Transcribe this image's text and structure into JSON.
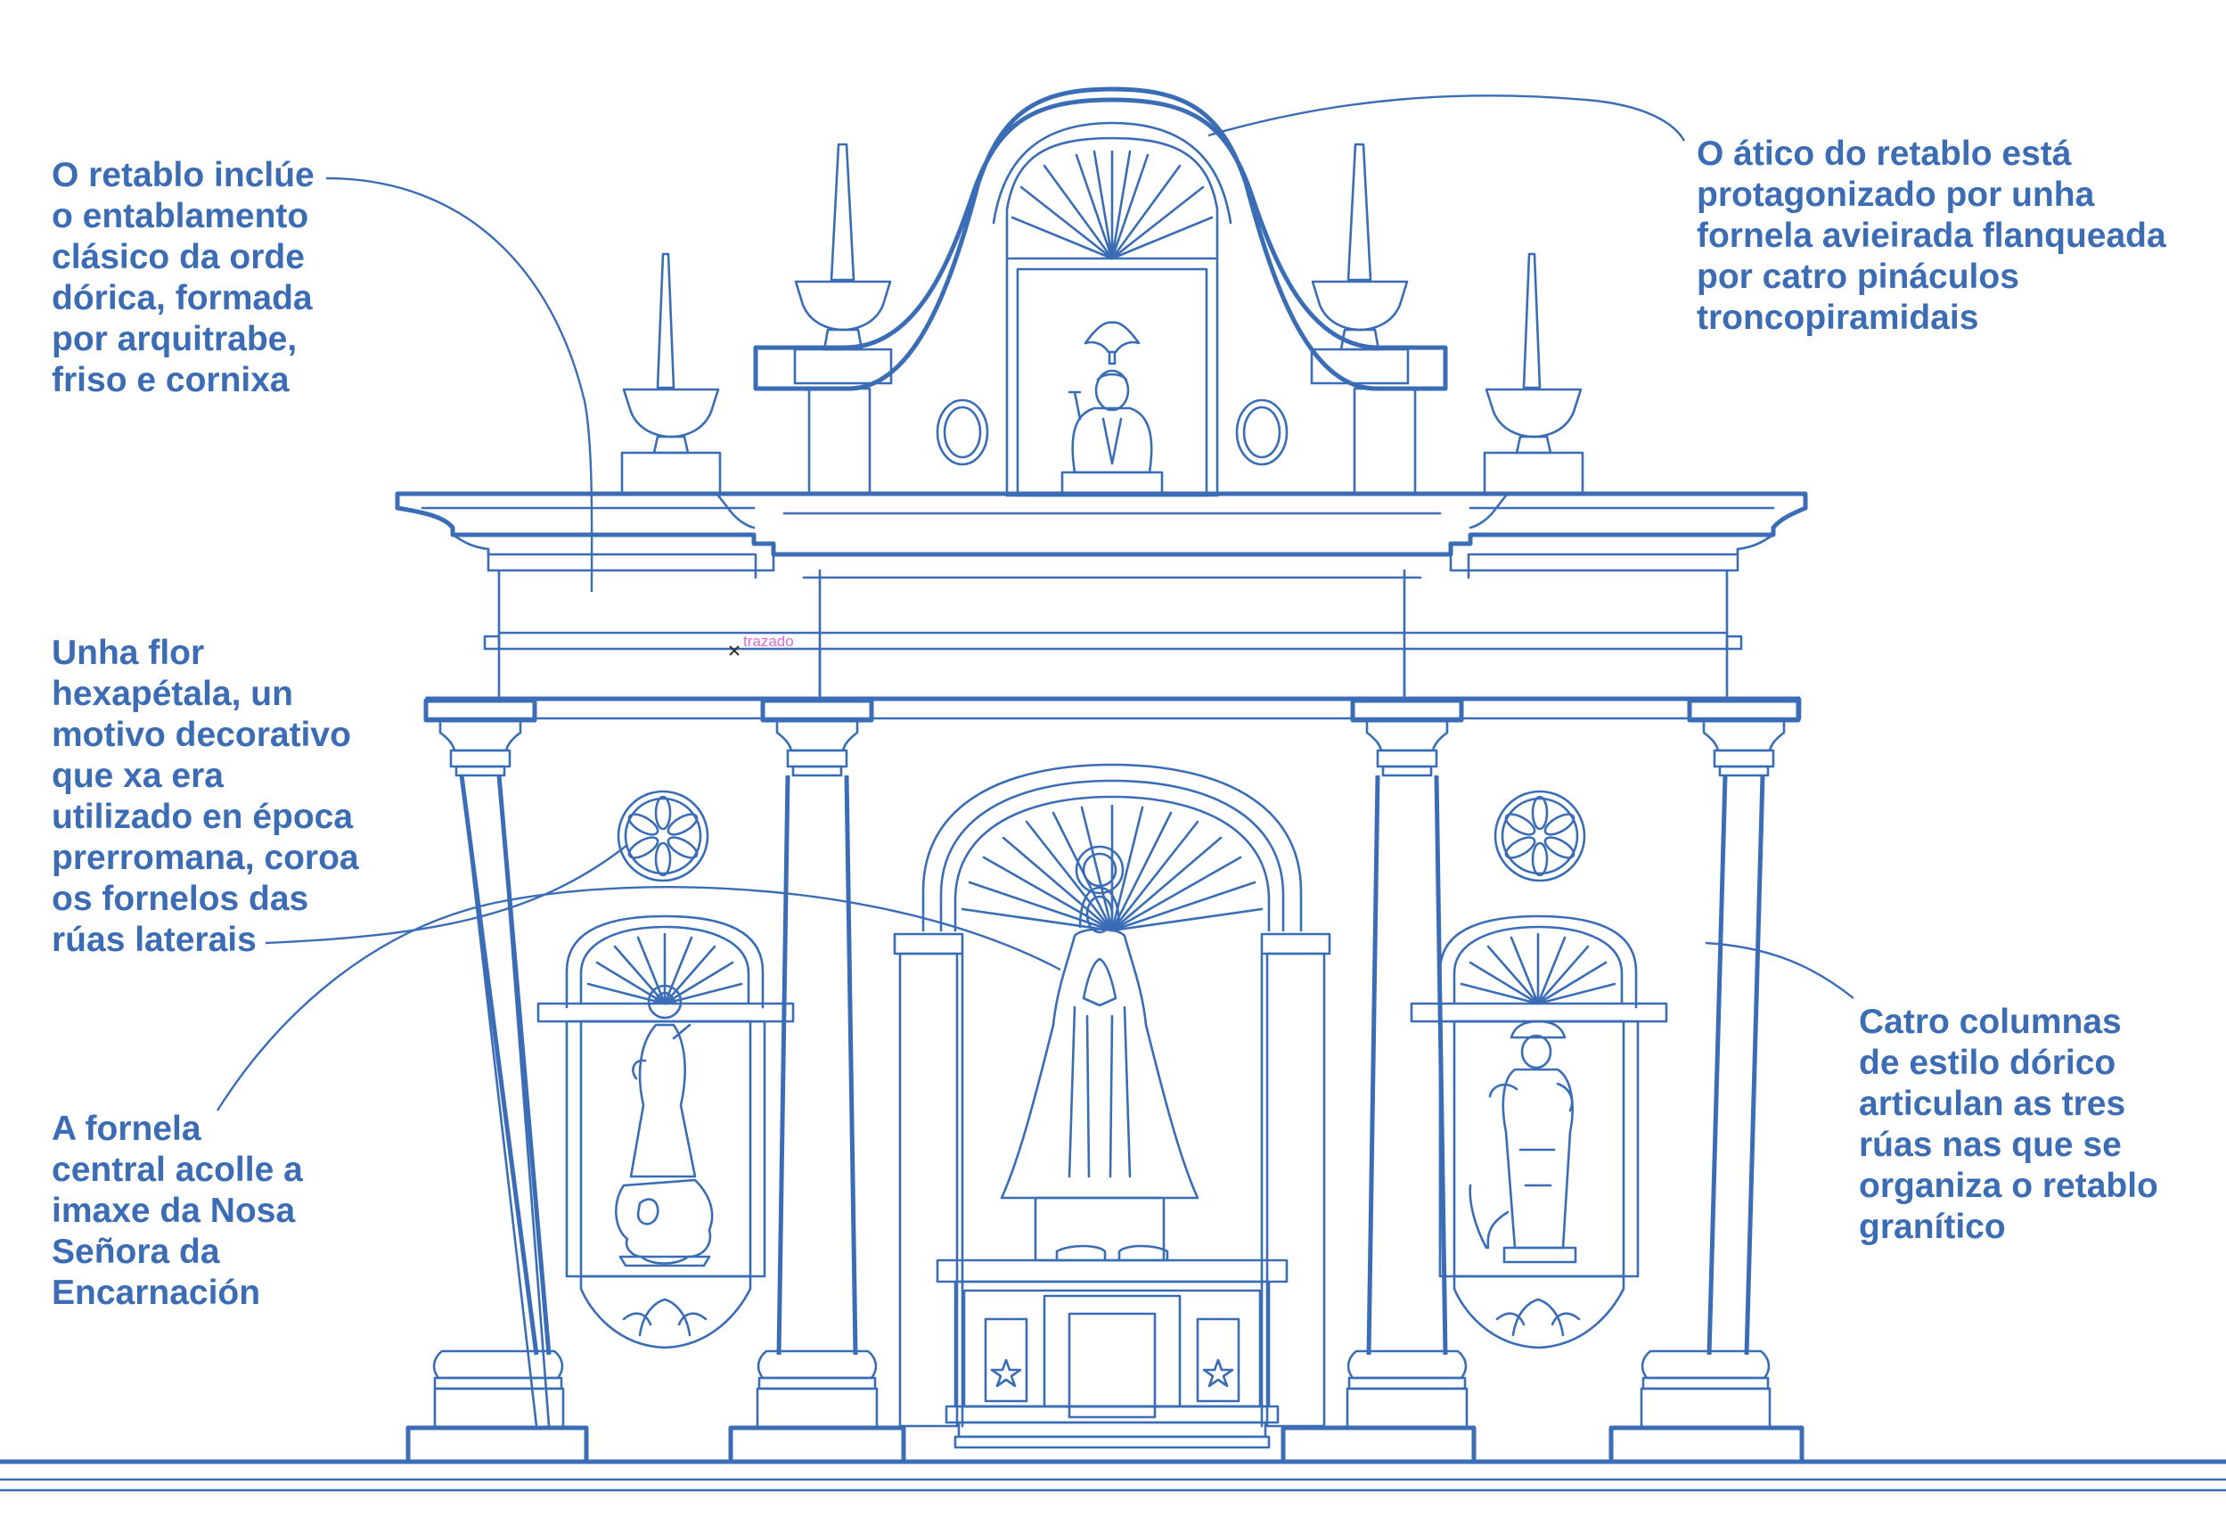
{
  "colors": {
    "line": "#3a6db5",
    "text": "#3c6cb4",
    "tag": "#d66bd8",
    "background": "#ffffff"
  },
  "annotations": {
    "entablature": "O retablo inclúe\no entablamento\nclásico da orde\ndórica, formada\npor arquitrabe,\nfriso e cornixa",
    "attic": "O ático do retablo está\nprotagonizado por unha\nfornela avieirada flanqueada\npor catro pináculos\ntroncopiramidais",
    "flower": "Unha flor\nhexapétala, un\nmotivo decorativo\nque xa era\nutilizado en época\nprerromana, coroa\nos fornelos das\nrúas laterais",
    "central_niche": "A fornela\ncentral acolle a\nimaxe da Nosa\nSeñora da\nEncarnación",
    "columns": "Catro columnas\nde estilo dórico\narticulan as tres\nrúas nas que se\norganiza o retablo\ngranítico"
  },
  "tag": {
    "label": "trazado",
    "marker": "×"
  },
  "icons": {
    "flower": "hexapetal-flower-icon",
    "star": "star-icon"
  }
}
